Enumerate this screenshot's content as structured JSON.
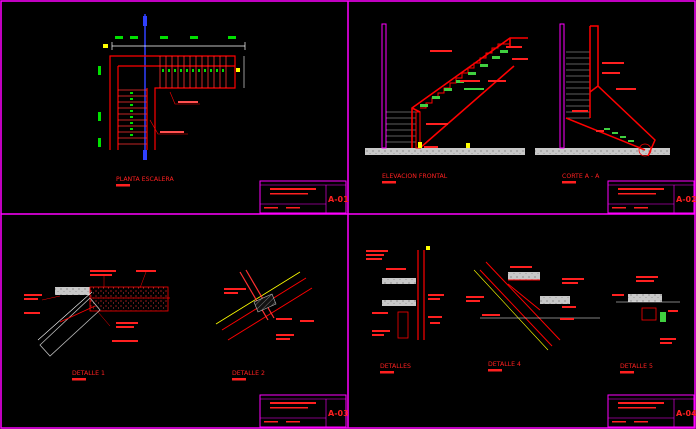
{
  "sheets": {
    "planta": {
      "title": "PLANTA ESCALERA",
      "sheet_no": "A-01"
    },
    "elevacion": {
      "title": "ELEVACION FRONTAL",
      "sheet_no": "A-02"
    },
    "corte": {
      "title": "CORTE A - A"
    },
    "detalle1": {
      "title": "DETALLE 1",
      "sheet_no": "A-03"
    },
    "detalle2": {
      "title": "DETALLE 2"
    },
    "detalles3": {
      "title": "DETALLES",
      "sheet_no": "A-04"
    },
    "detalle4": {
      "title": "DETALLE 4"
    },
    "detalle5": {
      "title": "DETALLE 5"
    }
  },
  "colors": {
    "background": "#000000",
    "frame": "#ff00ff",
    "drawing_red": "#ff0000",
    "dimension": "#ffffff",
    "axis_blue": "#3040ff",
    "green_marks": "#00e000",
    "yellow": "#ffff00",
    "concrete": "#d8d8d8"
  }
}
